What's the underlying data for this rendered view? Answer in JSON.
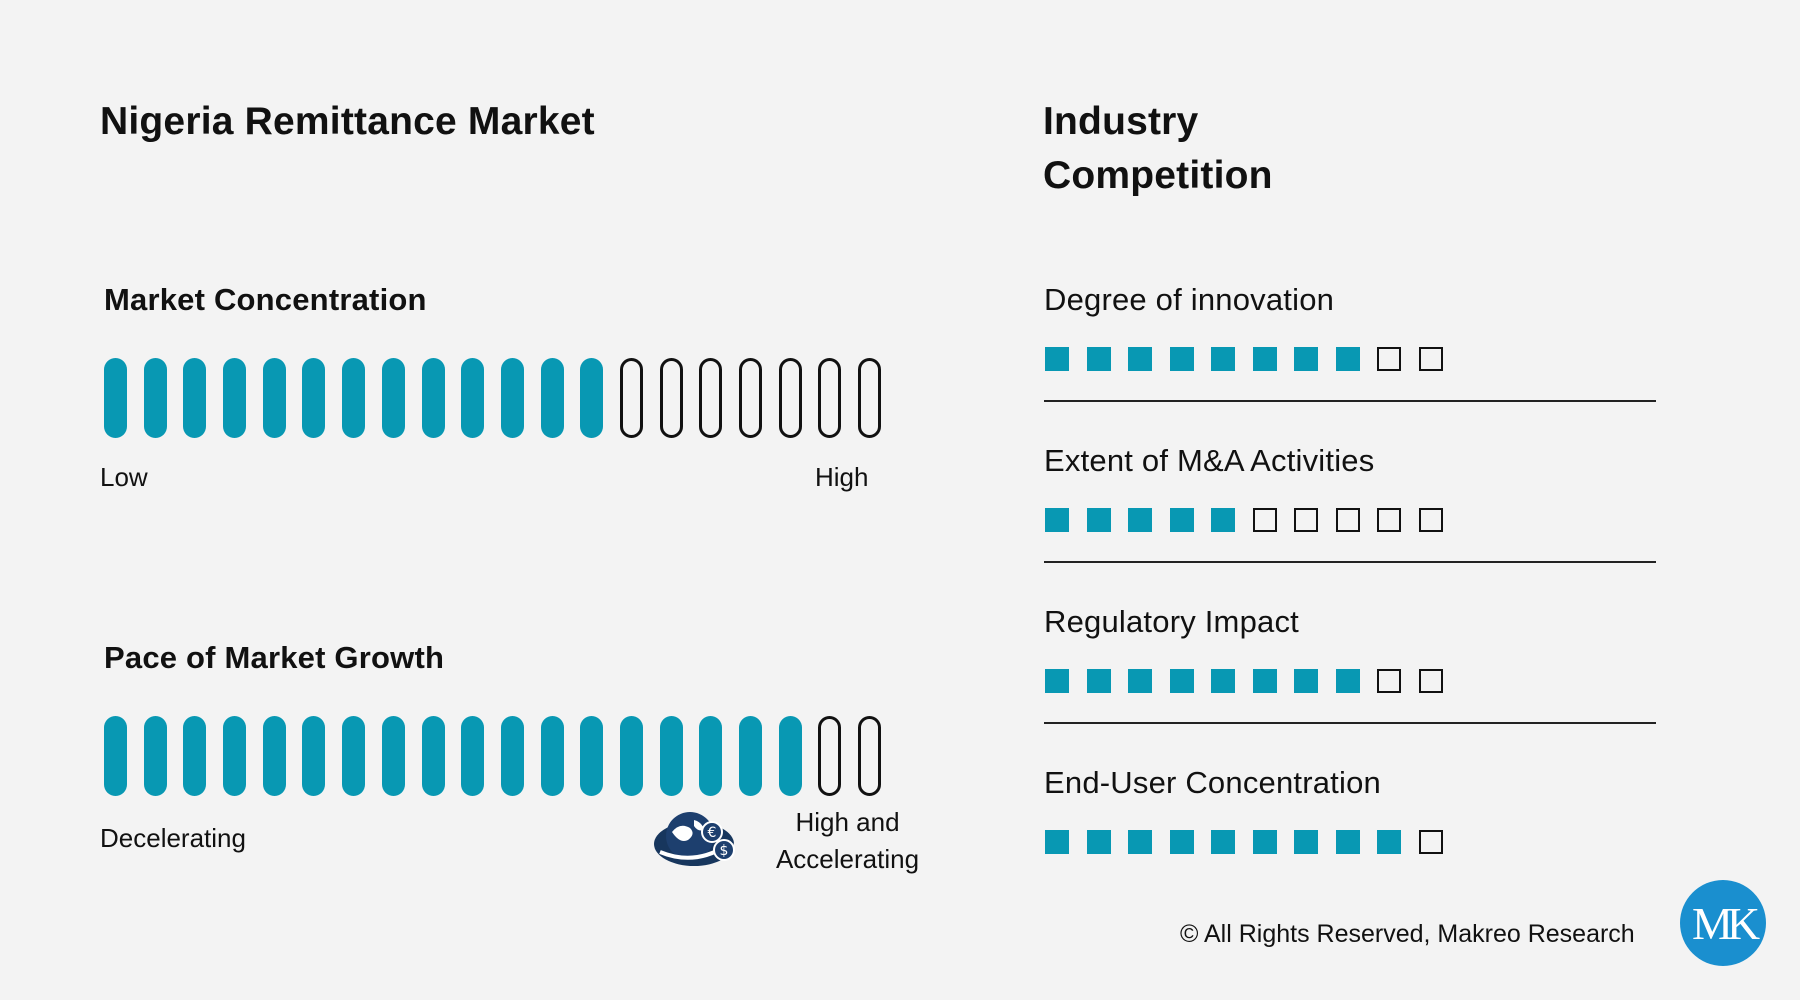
{
  "left": {
    "title": "Nigeria Remittance Market",
    "concentration": {
      "heading": "Market Concentration",
      "filled": 13,
      "total": 20,
      "low_label": "Low",
      "high_label": "High"
    },
    "growth": {
      "heading": "Pace of Market Growth",
      "filled": 18,
      "total": 20,
      "low_label": "Decelerating",
      "high_label_line1": "High and",
      "high_label_line2": "Accelerating",
      "icon": "globe-currency-icon"
    }
  },
  "right": {
    "title_line1": "Industry",
    "title_line2": "Competition",
    "indicators": [
      {
        "label": "Degree of innovation",
        "filled": 8,
        "total": 10
      },
      {
        "label": "Extent of M&A Activities",
        "filled": 5,
        "total": 10
      },
      {
        "label": "Regulatory Impact",
        "filled": 8,
        "total": 10
      },
      {
        "label": "End-User Concentration",
        "filled": 9,
        "total": 10
      }
    ]
  },
  "footer": {
    "copyright": "© All Rights Reserved, Makreo Research",
    "logo_text": "MK"
  },
  "colors": {
    "accent": "#0898b3",
    "logo": "#1a8fcf",
    "background": "#f3f3f3"
  }
}
